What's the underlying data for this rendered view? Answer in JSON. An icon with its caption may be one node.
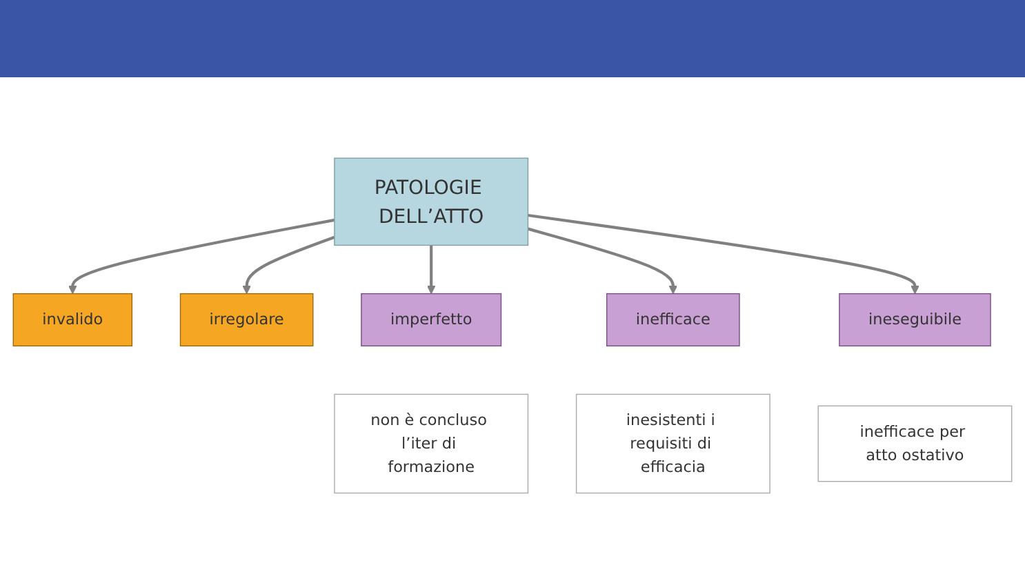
{
  "diagram": {
    "nodes": [
      {
        "text": [
          "PATOLOGIE DELL’ATTO"
        ]
      },
      {
        "text": [
          "invalido"
        ]
      },
      {
        "text": [
          "irregolare"
        ]
      },
      {
        "text": [
          "imperfetto"
        ]
      },
      {
        "text": [
          "non è concluso l’iter di formazione"
        ]
      },
      {
        "text": [
          "inefficace"
        ]
      },
      {
        "text": [
          "inesistenti i requisiti di efficacia"
        ]
      },
      {
        "text": [
          "ineseguibile"
        ]
      },
      {
        "text": [
          "inefficace per atto ostativo"
        ]
      }
    ],
    "edges": [
      {
        "from": 0,
        "to": 1,
        "arrow": "to"
      },
      {
        "from": 0,
        "to": 2,
        "arrow": "to"
      },
      {
        "from": 0,
        "to": 3,
        "arrow": "to"
      },
      {
        "from": 0,
        "to": 5,
        "arrow": "to"
      },
      {
        "from": 0,
        "to": 7,
        "arrow": "to"
      }
    ]
  }
}
